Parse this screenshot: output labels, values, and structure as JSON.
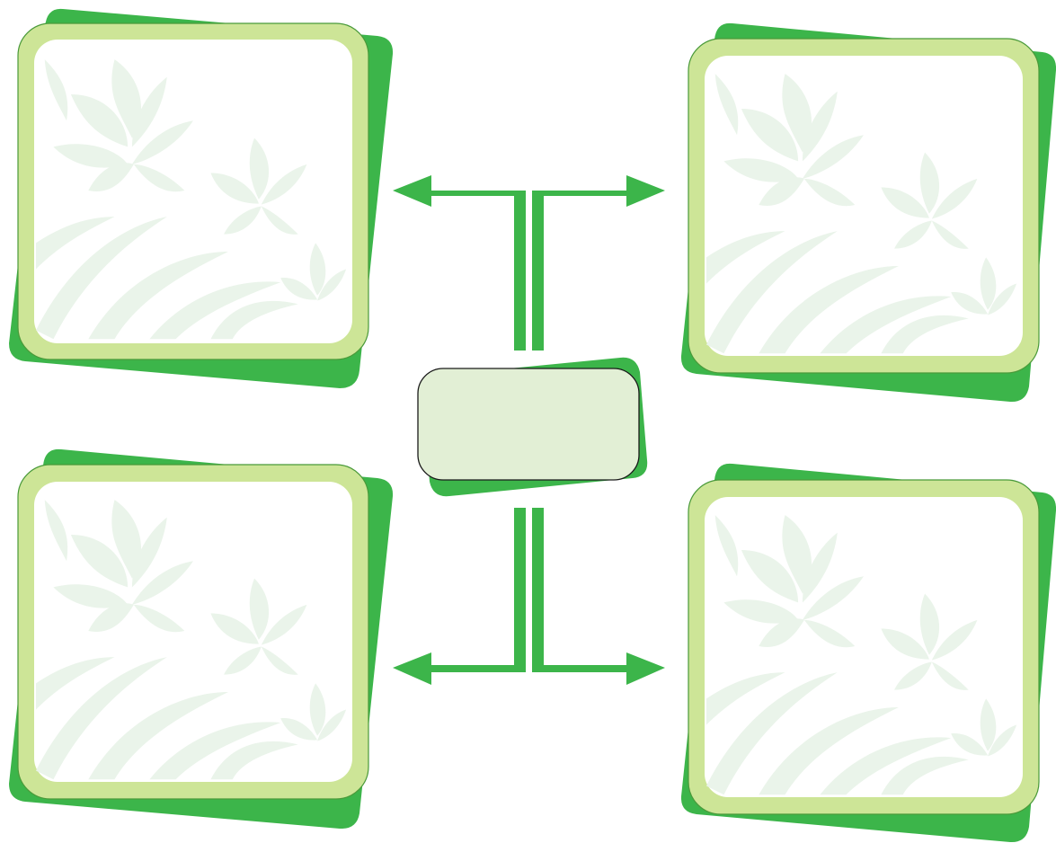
{
  "colors": {
    "shadow_green": "#3cb54a",
    "frame_light": "#cde597",
    "frame_edge": "#4a9a3a",
    "panel_fill": "#ffffff",
    "pattern": "#eaf4ea",
    "arrow_green": "#3cb54a",
    "hub_fill": "#e2efd5",
    "hub_stroke": "#1a1a1a"
  },
  "panels": [
    {
      "id": "top-left",
      "text": ""
    },
    {
      "id": "top-right",
      "text": ""
    },
    {
      "id": "bottom-left",
      "text": ""
    },
    {
      "id": "bottom-right",
      "text": ""
    }
  ],
  "hub": {
    "text": ""
  },
  "icons": {
    "panel_pattern": "floral-pattern-icon",
    "arrow": "double-line-arrow-icon"
  }
}
